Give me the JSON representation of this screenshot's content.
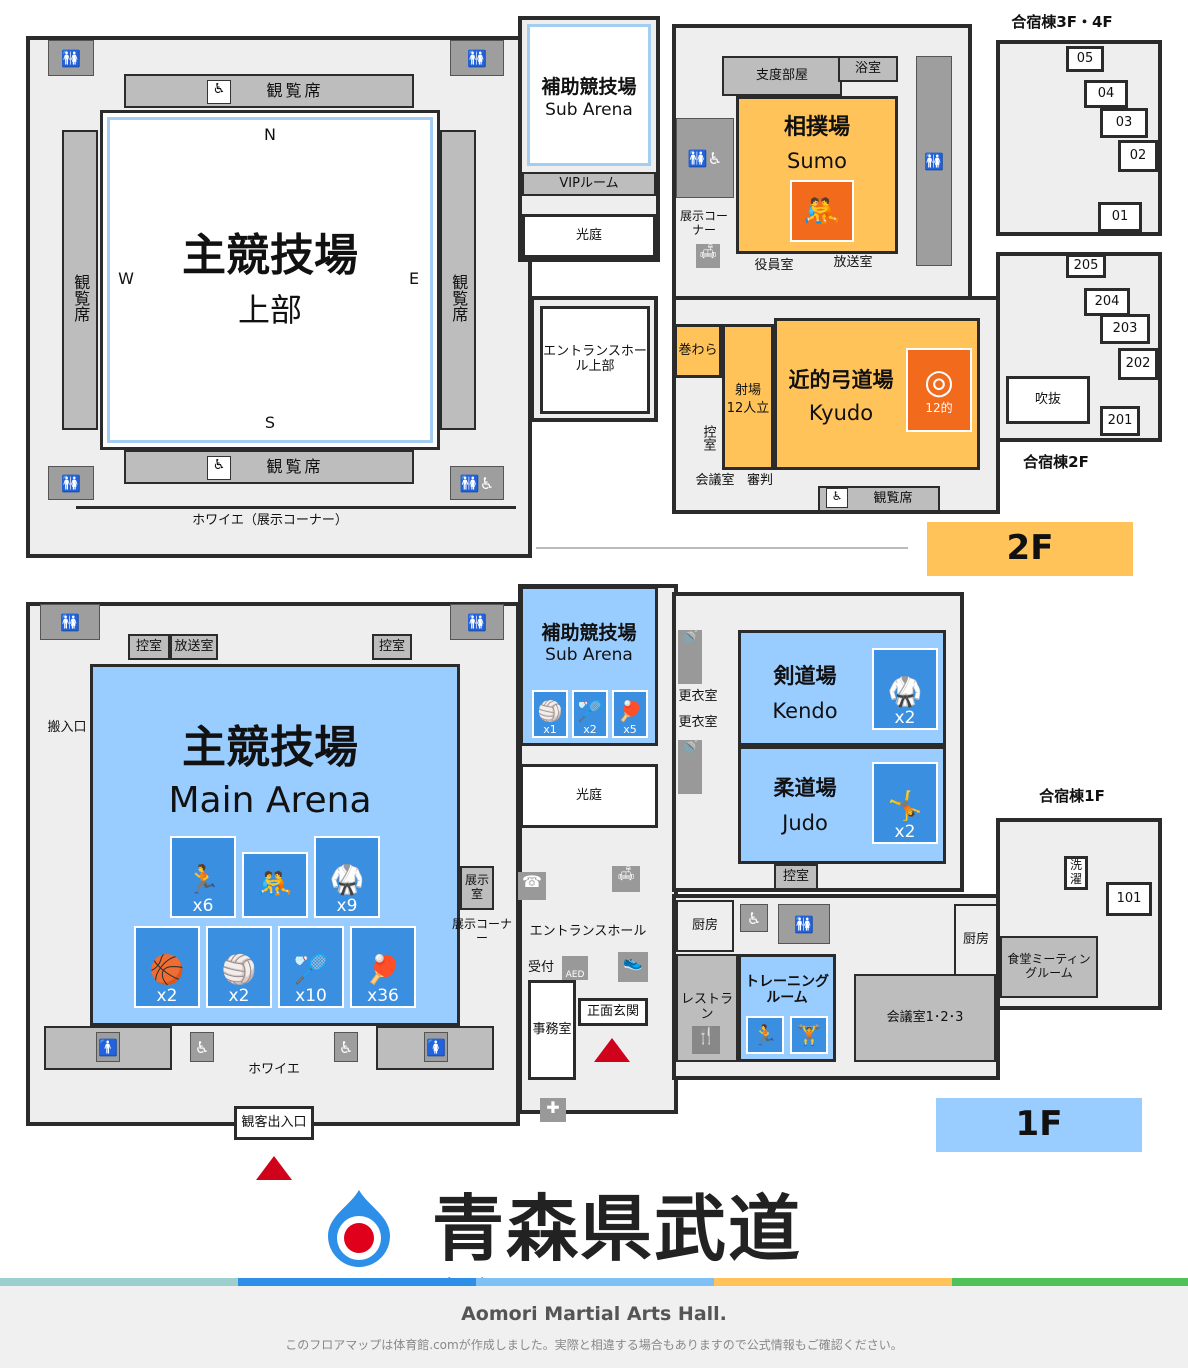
{
  "title_jp": "青森県武道館",
  "title_en": "Aomori Martial Arts Hall.",
  "disclaimer": "このフロアマップは体育館.comが作成しました。実際と相違する場合もありますので公式情報もご確認ください。",
  "floor_2f_label": "2F",
  "floor_1f_label": "1F",
  "colors": {
    "blue": "#99ccff",
    "icon_blue": "#3b8fe0",
    "orange": "#ffc35a",
    "icon_orange": "#f26a1b",
    "red": "#d0021b",
    "stripes": [
      "#9ecfcf",
      "#2d8fe8",
      "#7fc0f5",
      "#ffc35a",
      "#4fc35a"
    ]
  },
  "f2": {
    "main_arena_jp": "主競技場",
    "main_arena_sub": "上部",
    "n": "N",
    "s": "S",
    "e": "E",
    "w": "W",
    "seats": "観覧席",
    "seats_v": "観覧席",
    "foyer": "ホワイエ（展示コーナー）",
    "sub_arena_jp": "補助競技場",
    "sub_arena_en": "Sub Arena",
    "vip": "VIPルーム",
    "courtyard": "光庭",
    "entrance_upper": "エントランスホール上部",
    "prep_room": "支度部屋",
    "bath": "浴室",
    "sumo_jp": "相撲場",
    "sumo_en": "Sumo",
    "exhibit_corner": "展示コーナー",
    "officers": "役員室",
    "broadcast": "放送室",
    "makiwara": "巻わら",
    "range_jp": "射場",
    "range_cap": "12人立",
    "kyudo_jp": "近的弓道場",
    "kyudo_en": "Kyudo",
    "targets": "12的",
    "waiting": "控室",
    "meeting": "会議室",
    "judges": "審判",
    "lodging_34": "合宿棟3F・4F",
    "rooms_34": [
      "05",
      "04",
      "03",
      "02",
      "01"
    ],
    "lodging_2": "合宿棟2F",
    "rooms_2": [
      "205",
      "204",
      "203",
      "202",
      "201"
    ],
    "atrium": "吹抜"
  },
  "f1": {
    "main_arena_jp": "主競技場",
    "main_arena_en": "Main Arena",
    "main_counts": [
      "x6",
      "",
      "x9",
      "x2",
      "x2",
      "x10",
      "x36"
    ],
    "waiting": "控室",
    "broadcast": "放送室",
    "loading": "搬入口",
    "exhibit_room": "展示室",
    "exhibit_corner": "展示コーナー",
    "foyer": "ホワイエ",
    "audience_entrance": "観客出入口",
    "sub_arena_jp": "補助競技場",
    "sub_arena_en": "Sub Arena",
    "sub_counts": [
      "x1",
      "x2",
      "x5"
    ],
    "locker": "更衣室",
    "courtyard": "光庭",
    "entrance_hall": "エントランスホール",
    "reception": "受付",
    "office": "事務室",
    "main_entrance": "正面玄関",
    "aed": "AED",
    "kendo_jp": "剣道場",
    "kendo_en": "Kendo",
    "kendo_count": "x2",
    "judo_jp": "柔道場",
    "judo_en": "Judo",
    "judo_count": "x2",
    "kitchen": "厨房",
    "restaurant": "レストラン",
    "training": "トレーニングルーム",
    "conference": "会議室1･2･3",
    "lodging_1": "合宿棟1F",
    "laundry": "洗濯",
    "room_101": "101",
    "dining": "食堂ミーティングルーム"
  }
}
